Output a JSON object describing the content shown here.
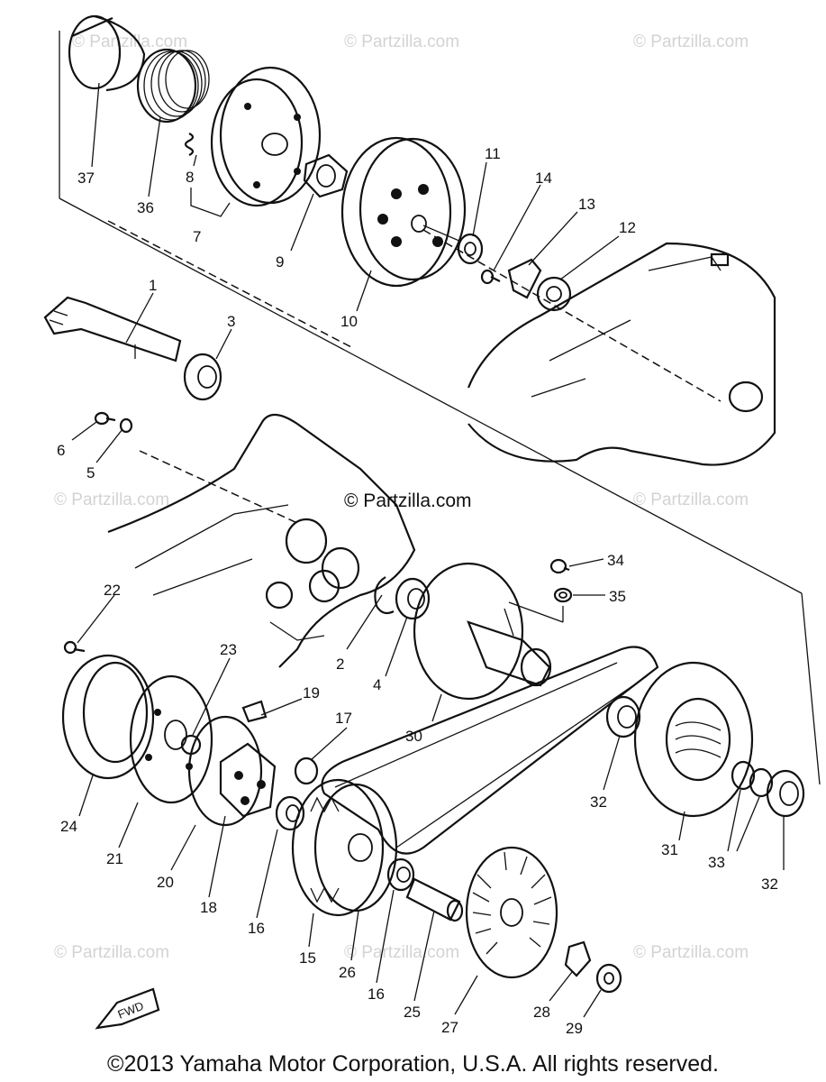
{
  "watermarks": {
    "text": "© Partzilla.com",
    "center_text": "© Partzilla.com"
  },
  "labels": {
    "p1": "1",
    "p2": "2",
    "p3": "3",
    "p4": "4",
    "p5": "5",
    "p6": "6",
    "p7": "7",
    "p8": "8",
    "p9": "9",
    "p10": "10",
    "p11": "11",
    "p12": "12",
    "p13": "13",
    "p14": "14",
    "p15": "15",
    "p16a": "16",
    "p16b": "16",
    "p17": "17",
    "p18": "18",
    "p19": "19",
    "p20": "20",
    "p21": "21",
    "p22": "22",
    "p23": "23",
    "p24": "24",
    "p25": "25",
    "p26": "26",
    "p27": "27",
    "p28": "28",
    "p29": "29",
    "p30": "30",
    "p31": "31",
    "p32a": "32",
    "p32b": "32",
    "p33": "33",
    "p34": "34",
    "p35": "35",
    "p36": "36",
    "p37": "37"
  },
  "fwd_label": "FWD",
  "copyright": "©2013 Yamaha Motor Corporation, U.S.A. All rights reserved."
}
